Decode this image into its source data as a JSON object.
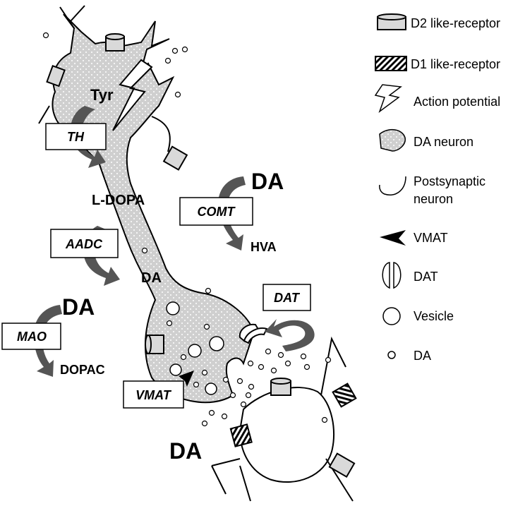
{
  "diagram": {
    "labels": {
      "tyr": "Tyr",
      "l_dopa": "L-DOPA",
      "da_mid": "DA",
      "da_comt": "DA",
      "hva": "HVA",
      "da_mao": "DA",
      "dopac": "DOPAC",
      "da_synapse": "DA"
    },
    "enzymes": {
      "th": "TH",
      "aadc": "AADC",
      "comt": "COMT",
      "mao": "MAO",
      "dat": "DAT",
      "vmat": "VMAT"
    }
  },
  "legend": {
    "items": [
      {
        "icon": "d2-receptor-icon",
        "label": "D2 like-receptor"
      },
      {
        "icon": "d1-receptor-icon",
        "label": "D1 like-receptor"
      },
      {
        "icon": "action-potential-icon",
        "label": "Action potential"
      },
      {
        "icon": "da-neuron-icon",
        "label": "DA neuron"
      },
      {
        "icon": "postsynaptic-neuron-icon",
        "label": "Postsynaptic",
        "label2": "neuron"
      },
      {
        "icon": "vmat-icon",
        "label": "VMAT"
      },
      {
        "icon": "dat-icon",
        "label": "DAT"
      },
      {
        "icon": "vesicle-icon",
        "label": "Vesicle"
      },
      {
        "icon": "da-dot-icon",
        "label": "DA"
      }
    ]
  },
  "colors": {
    "neuron_fill": "#d9d9d9",
    "arrow": "#555555",
    "stroke": "#000000"
  }
}
